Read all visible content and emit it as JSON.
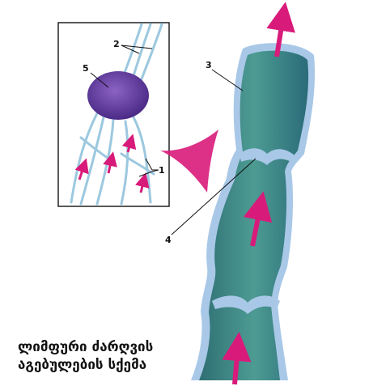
{
  "labels": {
    "l1": "1",
    "l2": "2",
    "l3": "3",
    "l4": "4",
    "l5": "5"
  },
  "caption": {
    "line1": "ლიმფური ძარღვის",
    "line2": "აგებულების სქემა"
  },
  "colors": {
    "vessel_fill": "#3f8f88",
    "vessel_wall": "#a9c8e8",
    "node_fill": "#6a3fa0",
    "arrow": "#d81b7a",
    "inset_border": "#222222"
  }
}
